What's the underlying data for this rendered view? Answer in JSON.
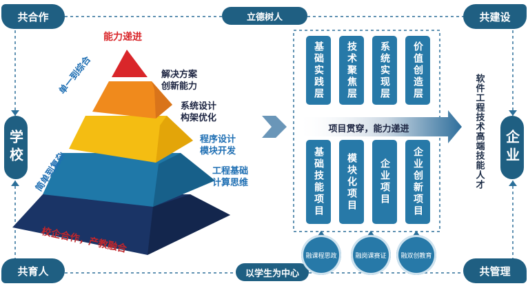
{
  "corners": {
    "top_left": "共合作",
    "top_right": "共建设",
    "bottom_left": "共育人",
    "bottom_right": "共管理"
  },
  "sides": {
    "left": "学校",
    "right": "企业"
  },
  "top_banner": "立德树人",
  "bottom_banner": "以学生为中心",
  "pyramid": {
    "tip_label": "能力递进",
    "levels": [
      {
        "line1": "解决方案",
        "line2": "创新能力"
      },
      {
        "line1": "系统设计",
        "line2": "构架优化"
      },
      {
        "line1": "程序设计",
        "line2": "模块开发"
      },
      {
        "line1": "工程基础",
        "line2": "计算思维"
      }
    ],
    "base_label": "校企合作，产教融合",
    "diagonal_upper": "单一到综合",
    "diagonal_lower": "简单到复杂"
  },
  "arrow_band": "项目贯穿，能力递进",
  "top_layers": [
    "基础实践层",
    "技术聚焦层",
    "系统实现层",
    "价值创造层"
  ],
  "bottom_projects": [
    "基础技能项目",
    "模块化项目",
    "企业项目",
    "企业创新项目"
  ],
  "circles": [
    "融课程思政",
    "融岗课赛证",
    "融双创教育"
  ],
  "right_text": "软件工程技术高端技能人才",
  "colors": {
    "navy": "#1f5f82",
    "box_blue": "#2779a8",
    "tip_red": "#d9262a",
    "orange": "#f08a1c",
    "yellow": "#f4bd12",
    "teal": "#1f78a8",
    "dark_navy": "#1a3466"
  }
}
